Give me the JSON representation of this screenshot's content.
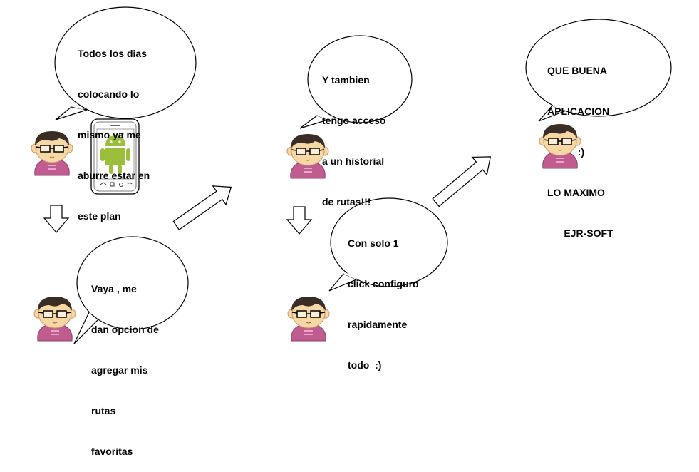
{
  "bubbles": {
    "b1": [
      "Todos los dias",
      "colocando lo",
      "mismo ya me",
      "aburre estar en",
      "este plan"
    ],
    "b2": [
      "Vaya , me",
      "dan opcion de",
      "agregar mis",
      "rutas",
      "favoritas"
    ],
    "b3": [
      "Y tambien",
      "tengo acceso",
      "a un historial",
      "de rutas!!!"
    ],
    "b4": [
      "Con solo 1",
      "click configuro",
      "rapidamente",
      "todo  :)"
    ],
    "b5": [
      "QUE BUENA",
      "APLICACION",
      "           :)",
      "LO MAXIMO",
      "      EJR-SOFT"
    ]
  },
  "icons": [
    "person-icon",
    "android-phone-icon",
    "arrow-down-icon",
    "arrow-diagonal-icon"
  ],
  "colors": {
    "skin": "#f7d7a3",
    "hair": "#3a2d25",
    "shirt": "#c05c90",
    "android": "#9cbf3b",
    "outline": "#000000"
  }
}
